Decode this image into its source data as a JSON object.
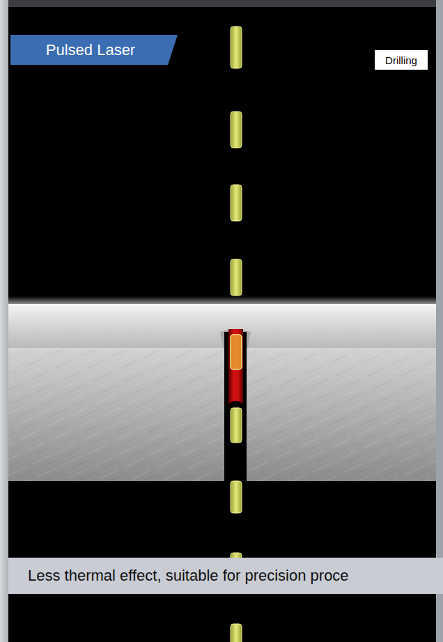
{
  "diagram": {
    "nodes": [
      {
        "text": [
          "Pulsed Laser"
        ]
      },
      {
        "text": [
          "Drilling"
        ]
      },
      {
        "text": [
          "Less thermal effect, suitable for precision proce"
        ]
      }
    ]
  }
}
